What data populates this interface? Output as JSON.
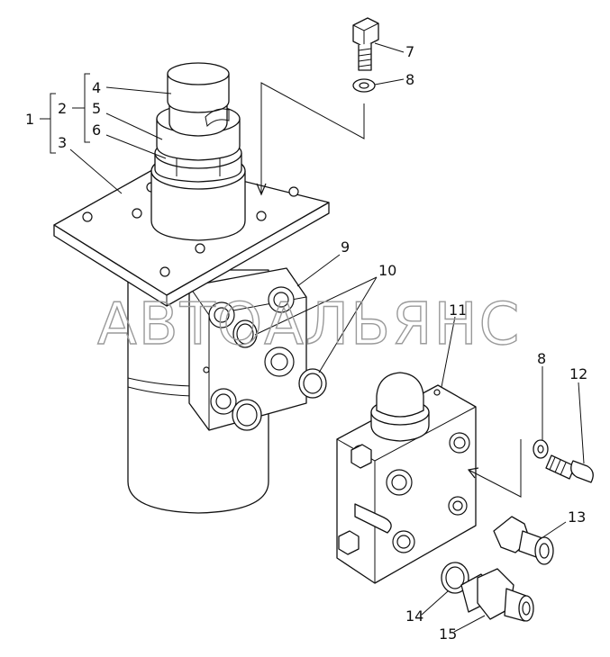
{
  "watermark": "АВТОАЛЬЯНС",
  "callouts": [
    {
      "id": "c1",
      "text": "1"
    },
    {
      "id": "c2",
      "text": "2"
    },
    {
      "id": "c3",
      "text": "3"
    },
    {
      "id": "c4",
      "text": "4"
    },
    {
      "id": "c5",
      "text": "5"
    },
    {
      "id": "c6",
      "text": "6"
    },
    {
      "id": "c7",
      "text": "7"
    },
    {
      "id": "c8a",
      "text": "8"
    },
    {
      "id": "c9",
      "text": "9"
    },
    {
      "id": "c10",
      "text": "10"
    },
    {
      "id": "c11",
      "text": "11"
    },
    {
      "id": "c8b",
      "text": "8"
    },
    {
      "id": "c12",
      "text": "12"
    },
    {
      "id": "c13",
      "text": "13"
    },
    {
      "id": "c14",
      "text": "14"
    },
    {
      "id": "c15",
      "text": "15"
    }
  ]
}
